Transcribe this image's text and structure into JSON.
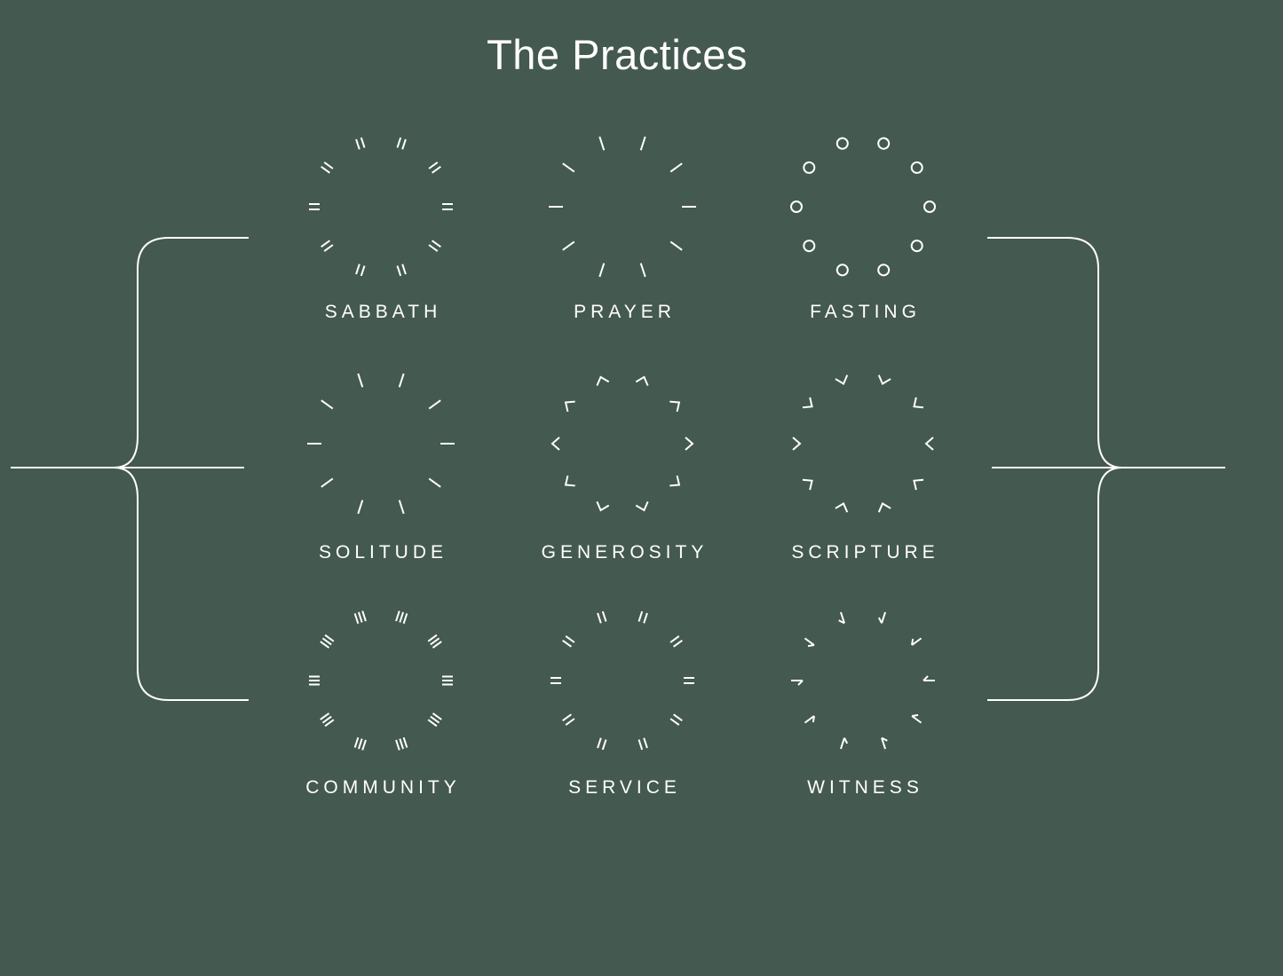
{
  "title": "The Practices",
  "colors": {
    "background": "#445950",
    "foreground": "#ffffff"
  },
  "practices": [
    {
      "label": "SABBATH",
      "mark": "double-bar-icon"
    },
    {
      "label": "PRAYER",
      "mark": "single-dash-icon"
    },
    {
      "label": "FASTING",
      "mark": "circle-icon"
    },
    {
      "label": "SOLITUDE",
      "mark": "single-dash-icon"
    },
    {
      "label": "GENEROSITY",
      "mark": "chevron-out-icon"
    },
    {
      "label": "SCRIPTURE",
      "mark": "chevron-in-icon"
    },
    {
      "label": "COMMUNITY",
      "mark": "triple-bar-icon"
    },
    {
      "label": "SERVICE",
      "mark": "double-bar-icon"
    },
    {
      "label": "WITNESS",
      "mark": "arrow-in-icon"
    }
  ]
}
